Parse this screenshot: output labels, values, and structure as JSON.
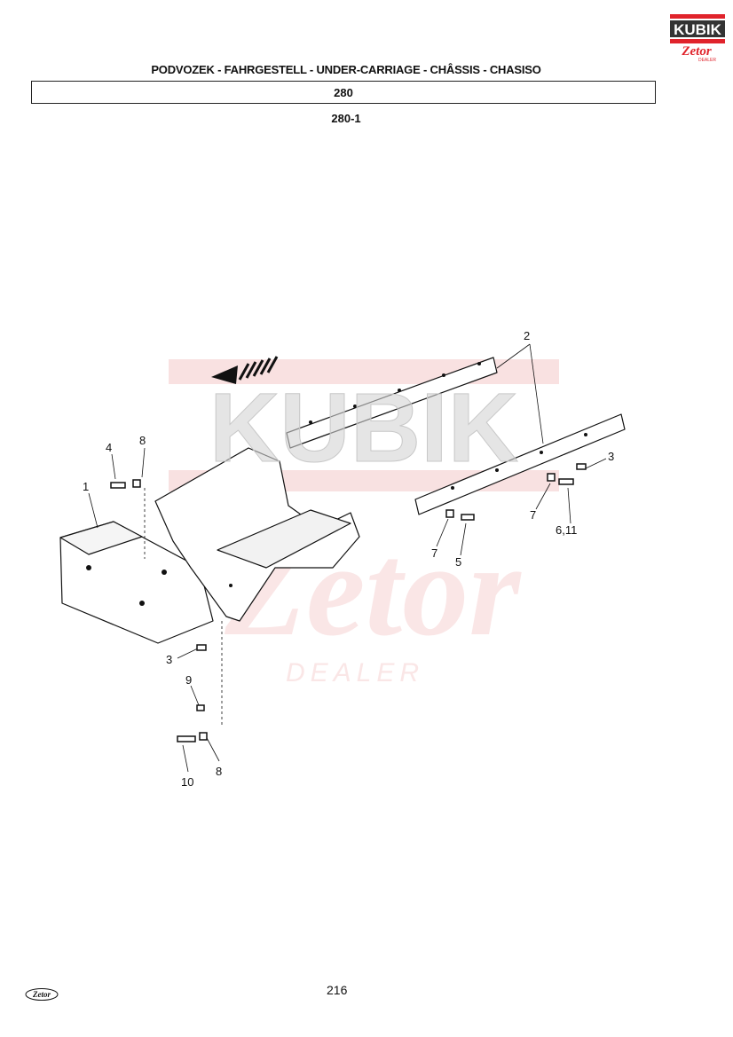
{
  "header": {
    "title": "PODVOZEK - FAHRGESTELL - UNDER-CARRIAGE - CHÂSSIS - CHASISO",
    "section": "280",
    "subsection": "280-1"
  },
  "logo": {
    "brand": "KUBIK",
    "sub": "Zetor",
    "tag": "DEALER"
  },
  "watermark": {
    "brand": "KUBIK",
    "sub": "Zetor",
    "tag": "DEALER"
  },
  "callouts": {
    "c1": "1",
    "c2": "2",
    "c3a": "3",
    "c3b": "3",
    "c4": "4",
    "c5": "5",
    "c6": "6,11",
    "c7a": "7",
    "c7b": "7",
    "c8a": "8",
    "c8b": "8",
    "c9": "9",
    "c10": "10"
  },
  "footer": {
    "page_number": "216",
    "logo": "Zetor"
  },
  "colors": {
    "brand_red": "#e0232b",
    "watermark": "#f7d6d6"
  }
}
